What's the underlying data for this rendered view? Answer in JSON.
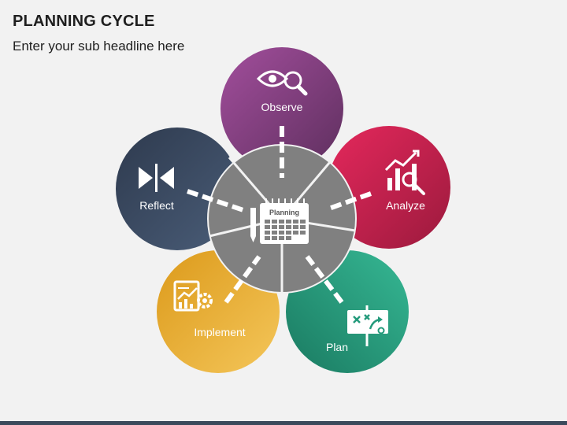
{
  "slide": {
    "title": "PLANNING CYCLE",
    "subtitle": "Enter your sub headline here"
  },
  "hub": {
    "label": "Planning",
    "icon": "calendar-pencil-icon",
    "color": "#808080"
  },
  "stages": [
    {
      "label": "Observe",
      "icon": "eye-magnifier-icon",
      "color": "#7a3d7a"
    },
    {
      "label": "Analyze",
      "icon": "bar-chart-search-icon",
      "color": "#c4214d"
    },
    {
      "label": "Plan",
      "icon": "strategy-board-icon",
      "color": "#239a7b"
    },
    {
      "label": "Implement",
      "icon": "chart-gear-icon",
      "color": "#e7a528"
    },
    {
      "label": "Reflect",
      "icon": "reflect-arrows-icon",
      "color": "#3a4a60"
    }
  ]
}
